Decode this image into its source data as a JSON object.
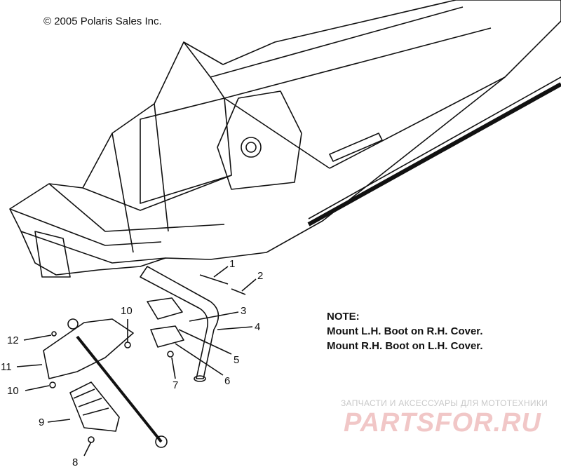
{
  "copyright": "© 2005 Polaris Sales Inc.",
  "note": {
    "title": "NOTE:",
    "lines": [
      "Mount L.H. Boot on R.H. Cover.",
      "Mount R.H. Boot on L.H. Cover."
    ]
  },
  "callouts": [
    "1",
    "2",
    "3",
    "4",
    "5",
    "6",
    "7",
    "8",
    "9",
    "10",
    "10",
    "11",
    "12"
  ],
  "watermark": {
    "tagline": "ЗАПЧАСТИ И АКСЕССУАРЫ ДЛЯ МОТОТЕХНИКИ",
    "logo": "PARTSFOR.RU"
  }
}
